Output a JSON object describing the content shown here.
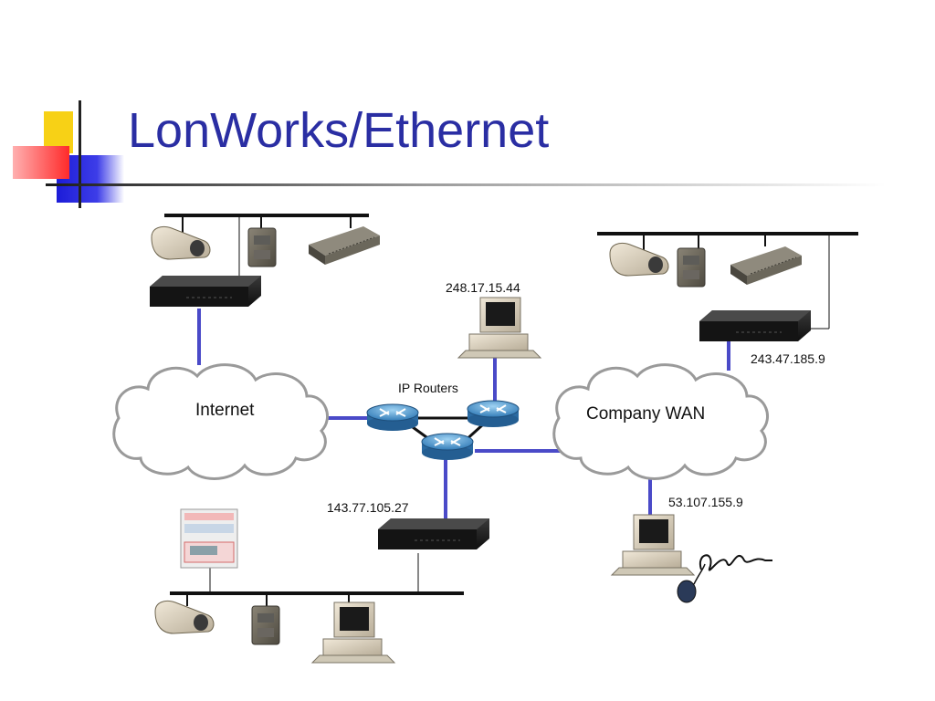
{
  "slide": {
    "title": "LonWorks/Ethernet"
  },
  "labels": {
    "internet": "Internet",
    "company_wan": "Company WAN",
    "ip_routers": "IP Routers",
    "ip_top_pc": "248.17.15.44",
    "ip_right_router": "243.47.185.9",
    "ip_bottom_router": "143.77.105.27",
    "ip_right_pc": "53.107.155.9"
  },
  "colors": {
    "title": "#2a2ea3",
    "link": "#4a4ac8",
    "router": "#3a88c8",
    "accent_yellow": "#f7d116",
    "accent_red": "#ff3b3b",
    "accent_blue": "#2323d8"
  }
}
